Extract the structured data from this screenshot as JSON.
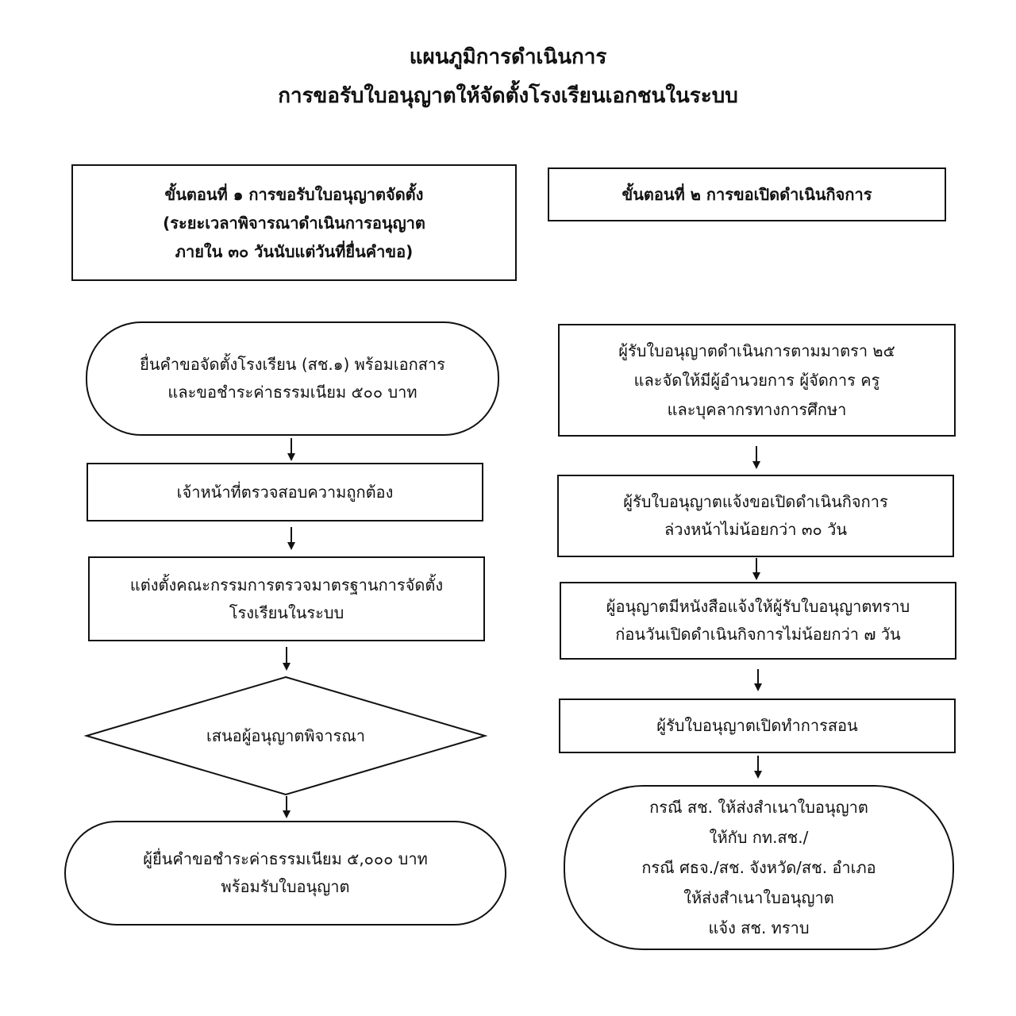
{
  "title": {
    "line1": "แผนภูมิการดำเนินการ",
    "line2": "การขอรับใบอนุญาตให้จัดตั้งโรงเรียนเอกชนในระบบ"
  },
  "step1": {
    "header": [
      "ขั้นตอนที่ ๑ การขอรับใบอนุญาตจัดตั้ง",
      "(ระยะเวลาพิจารณาดำเนินการอนุญาต",
      "ภายใน ๓๐ วันนับแต่วันที่ยื่นคำขอ)"
    ],
    "submit": [
      "ยื่นคำขอจัดตั้งโรงเรียน (สช.๑) พร้อมเอกสาร",
      "และขอชำระค่าธรรมเนียม ๕๐๐ บาท"
    ],
    "verify": [
      "เจ้าหน้าที่ตรวจสอบความถูกต้อง"
    ],
    "committee": [
      "แต่งตั้งคณะกรรมการตรวจมาตรฐานการจัดตั้ง",
      "โรงเรียนในระบบ"
    ],
    "decision": "เสนอผู้อนุญาตพิจารณา",
    "fee": [
      "ผู้ยื่นคำขอชำระค่าธรรมเนียม ๕,๐๐๐ บาท",
      "พร้อมรับใบอนุญาต"
    ]
  },
  "step2": {
    "header": [
      "ขั้นตอนที่ ๒ การขอเปิดดำเนินกิจการ"
    ],
    "operate": [
      "ผู้รับใบอนุญาตดำเนินการตามมาตรา ๒๕",
      "และจัดให้มีผู้อำนวยการ ผู้จัดการ ครู",
      "และบุคลากรทางการศึกษา"
    ],
    "notify": [
      "ผู้รับใบอนุญาตแจ้งขอเปิดดำเนินกิจการ",
      "ล่วงหน้าไม่น้อยกว่า ๓๐ วัน"
    ],
    "letter": [
      "ผู้อนุญาตมีหนังสือแจ้งให้ผู้รับใบอนุญาตทราบ",
      "ก่อนวันเปิดดำเนินกิจการไม่น้อยกว่า ๗ วัน"
    ],
    "open": [
      "ผู้รับใบอนุญาตเปิดทำการสอน"
    ],
    "copy": [
      "กรณี สช. ให้ส่งสำเนาใบอนุญาต",
      "ให้กับ กท.สช./",
      "กรณี ศธจ./สช. จังหวัด/สช. อำเภอ",
      "ให้ส่งสำเนาใบอนุญาต",
      "แจ้ง สช. ทราบ"
    ]
  }
}
